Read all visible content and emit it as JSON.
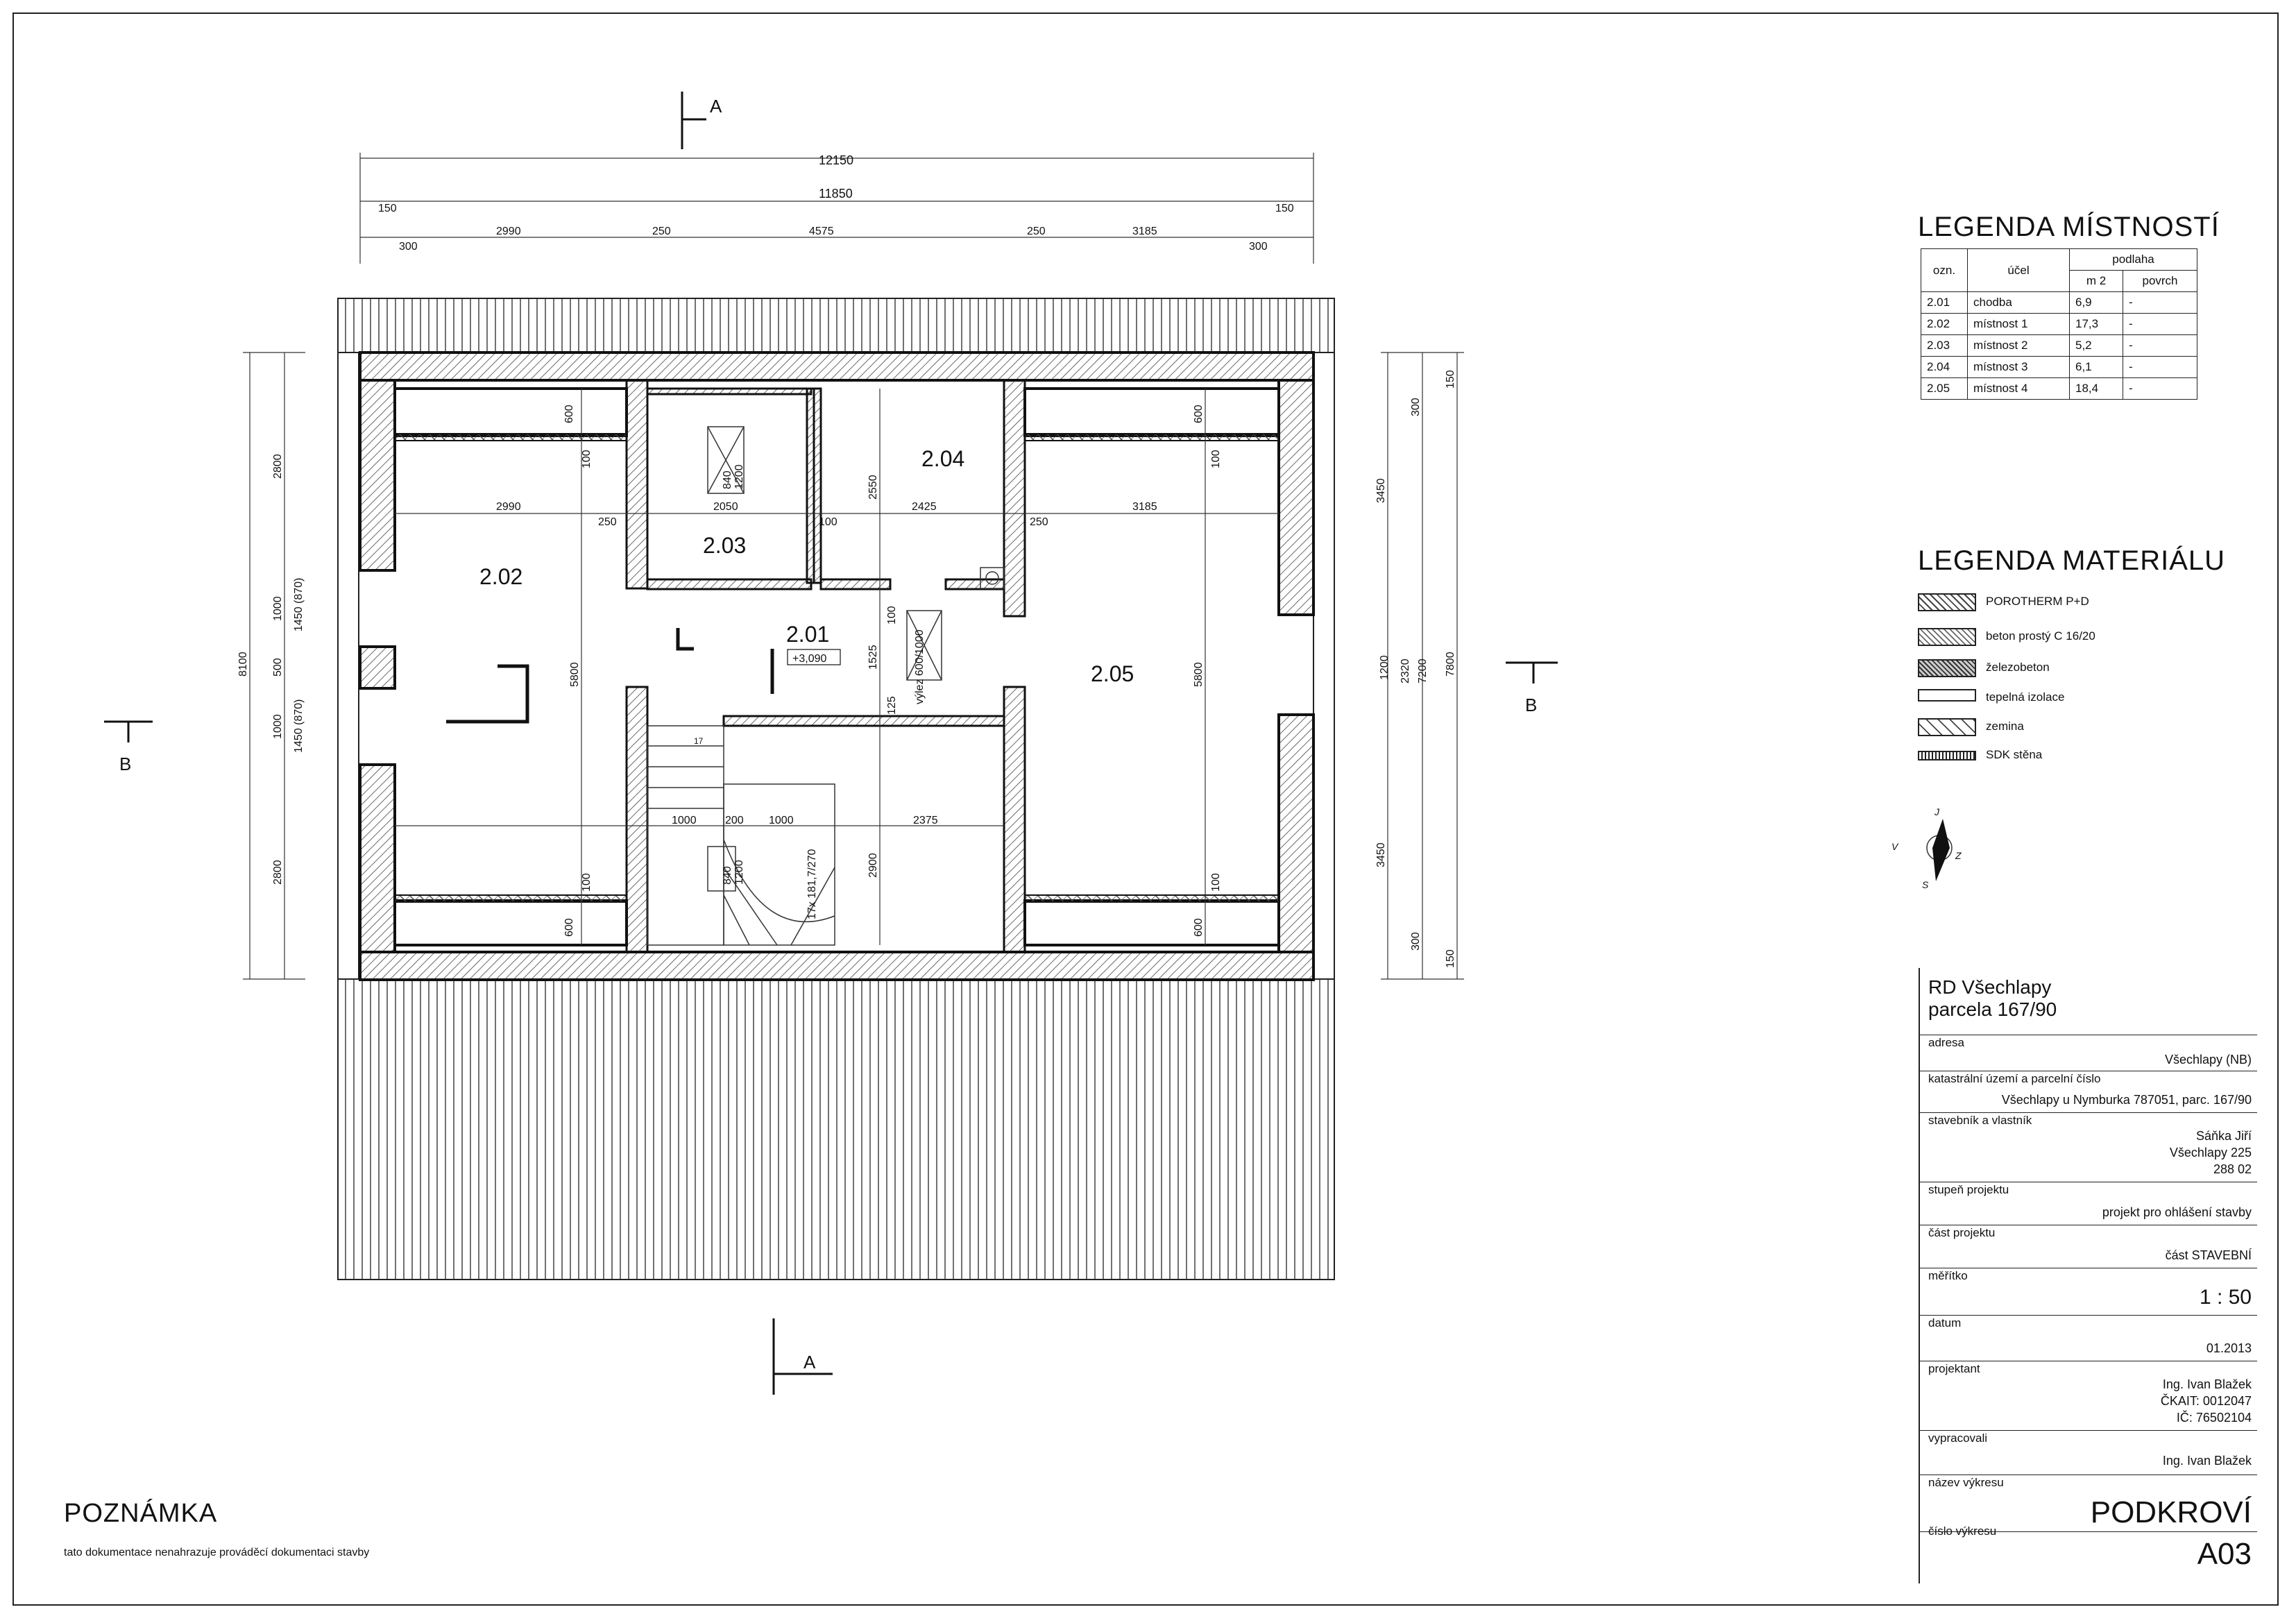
{
  "title_block": {
    "project": "RD Všechlapy",
    "parcel": "parcela 167/90",
    "address_label": "adresa",
    "address": "Všechlapy (NB)",
    "cadastral_label": "katastrální území a parcelní číslo",
    "cadastral": "Všechlapy u Nymburka 787051, parc. 167/90",
    "owner_label": "stavebník a vlastník",
    "owner_name": "Sáňka Jiří",
    "owner_street": "Všechlapy 225",
    "owner_zip": "288 02",
    "stage_label": "stupeň projektu",
    "stage": "projekt pro ohlášení stavby",
    "part_label": "část projektu",
    "part": "část STAVEBNÍ",
    "scale_label": "měřítko",
    "scale": "1 : 50",
    "date_label": "datum",
    "date": "01.2013",
    "designer_label": "projektant",
    "designer_name": "Ing. Ivan Blažek",
    "designer_ckait": "ČKAIT: 0012047",
    "designer_ic": "IČ: 76502104",
    "prepared_label": "vypracovali",
    "prepared": "Ing. Ivan Blažek",
    "drawing_name_label": "název výkresu",
    "drawing_name": "PODKROVÍ",
    "drawing_no_label": "číslo výkresu",
    "drawing_no": "A03"
  },
  "legend_rooms": {
    "title": "LEGENDA MÍSTNOSTÍ",
    "h_ozn": "ozn.",
    "h_ucel": "účel",
    "h_podlaha": "podlaha",
    "h_m2": "m 2",
    "h_povrch": "povrch",
    "rows": [
      {
        "ozn": "2.01",
        "ucel": "chodba",
        "m2": "6,9",
        "povrch": "-"
      },
      {
        "ozn": "2.02",
        "ucel": "místnost 1",
        "m2": "17,3",
        "povrch": "-"
      },
      {
        "ozn": "2.03",
        "ucel": "místnost 2",
        "m2": "5,2",
        "povrch": "-"
      },
      {
        "ozn": "2.04",
        "ucel": "místnost 3",
        "m2": "6,1",
        "povrch": "-"
      },
      {
        "ozn": "2.05",
        "ucel": "místnost 4",
        "m2": "18,4",
        "povrch": "-"
      }
    ]
  },
  "legend_materials": {
    "title": "LEGENDA MATERIÁLU",
    "items": [
      "POROTHERM P+D",
      "beton prostý C 16/20",
      "železobeton",
      "tepelná izolace",
      "zemina",
      "SDK stěna"
    ]
  },
  "note": {
    "title": "POZNÁMKA",
    "text": "tato dokumentace nenahrazuje prováděcí dokumentaci stavby"
  },
  "plan": {
    "rooms": [
      "2.01",
      "2.02",
      "2.03",
      "2.04",
      "2.05"
    ],
    "level": "+3,090",
    "sections": [
      "A",
      "A",
      "B",
      "B"
    ],
    "dims_top": [
      "12150",
      "11850",
      "150",
      "150",
      "300",
      "2990",
      "250",
      "4575",
      "250",
      "3185",
      "300"
    ],
    "dims_left": [
      "8100",
      "2800",
      "1000",
      "1450 (870)",
      "500",
      "1000",
      "1450 (870)",
      "2800"
    ],
    "dims_right": [
      "7800",
      "150",
      "300",
      "3450",
      "1200",
      "2320",
      "7200",
      "3450",
      "300",
      "150"
    ],
    "dims_inner": [
      "600",
      "100",
      "2990",
      "250",
      "2050",
      "100",
      "2425",
      "250",
      "3185",
      "840",
      "1200",
      "2550",
      "100",
      "600",
      "100",
      "5800",
      "1525",
      "125",
      "5800",
      "100",
      "600",
      "1000",
      "200",
      "1000",
      "2375",
      "840",
      "1200",
      "2900",
      "100",
      "600",
      "100",
      "600"
    ],
    "hatch_label": "výlez 600/1000",
    "stair_label": "17x 181,7/270",
    "stair_no": "17",
    "compass": [
      "J",
      "Z",
      "S",
      "V"
    ]
  }
}
